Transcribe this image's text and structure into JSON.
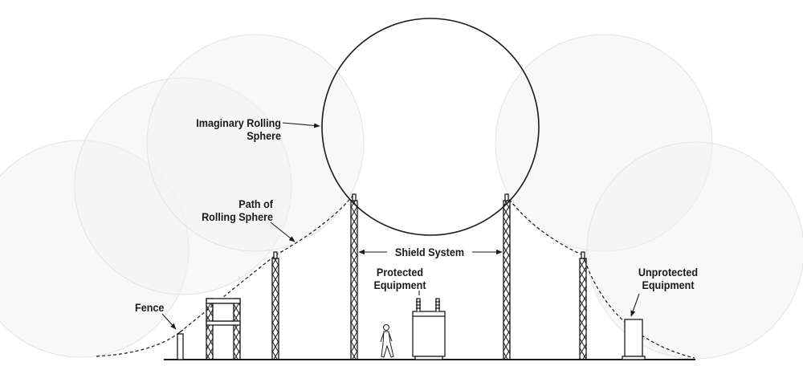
{
  "labels": {
    "rolling_sphere": [
      "Imaginary Rolling",
      "Sphere"
    ],
    "path": [
      "Path of",
      "Rolling Sphere"
    ],
    "shield_system": "Shield System",
    "protected": [
      "Protected",
      "Equipment"
    ],
    "unprotected": [
      "Unprotected",
      "Equipment"
    ],
    "fence": "Fence"
  },
  "colors": {
    "line": "#1a1a1a",
    "ghost_sphere_fill": "#f3f3f3",
    "ghost_sphere_edge": "#e6e6e6"
  }
}
